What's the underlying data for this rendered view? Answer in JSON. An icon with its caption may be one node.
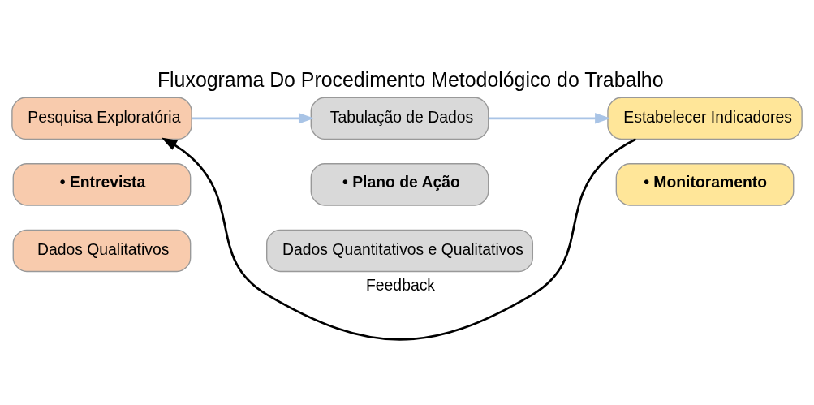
{
  "diagram": {
    "title": "Fluxograma Do Procedimento Metodológico do Trabalho",
    "nodes": [
      {
        "text": [
          "Pesquisa Exploratória"
        ]
      },
      {
        "text": [
          "• Entrevista"
        ]
      },
      {
        "text": [
          "Dados Qualitativos"
        ]
      },
      {
        "text": [
          "Tabulação de Dados"
        ]
      },
      {
        "text": [
          "• Plano de Ação"
        ]
      },
      {
        "text": [
          "Dados Quantitativos e Qualitativos"
        ]
      },
      {
        "text": [
          "Estabelecer Indicadores"
        ]
      },
      {
        "text": [
          "• Monitoramento"
        ]
      }
    ],
    "edges": [
      {
        "from": 0,
        "to": 3,
        "arrow": "to",
        "color": "#a9c4e6"
      },
      {
        "from": 3,
        "to": 6,
        "arrow": "to",
        "color": "#a9c4e6"
      },
      {
        "from": 6,
        "to": 0,
        "arrow": "to",
        "label": "Feedback",
        "color": "#000000"
      }
    ]
  }
}
